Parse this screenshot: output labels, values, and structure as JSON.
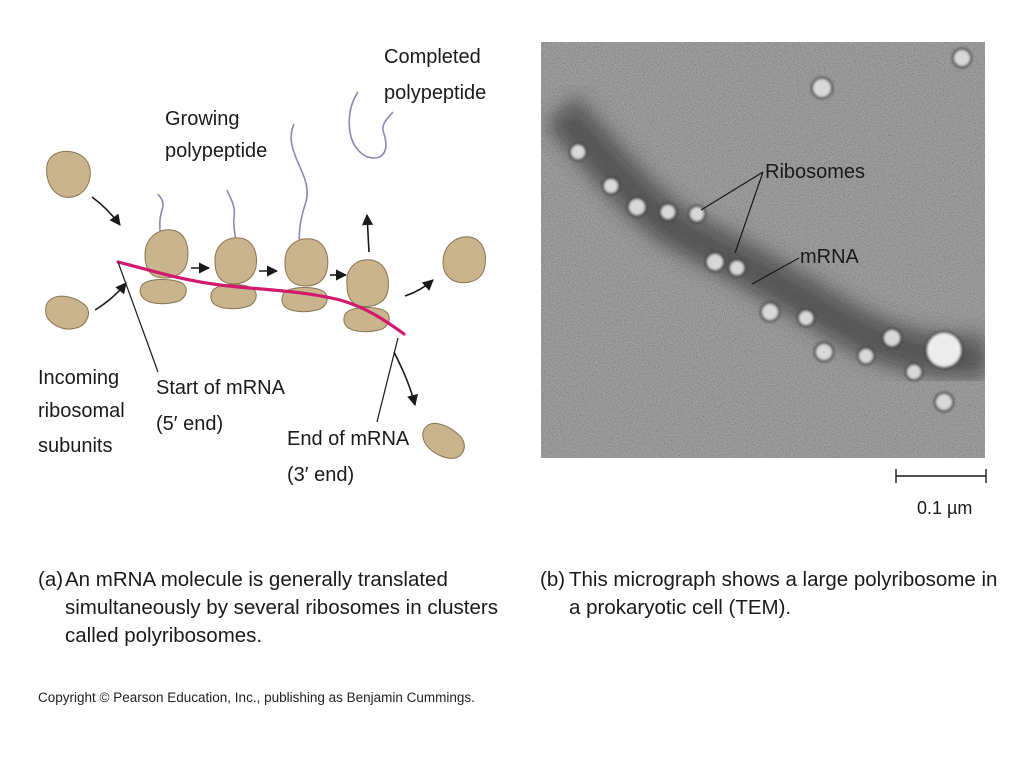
{
  "panel_a": {
    "labels": {
      "growing_polypeptide": [
        "Growing",
        "polypeptide"
      ],
      "completed_polypeptide": [
        "Completed",
        "polypeptide"
      ],
      "incoming_subunits": [
        "Incoming",
        "ribosomal",
        "subunits"
      ],
      "start_mrna": [
        "Start of mRNA",
        "(5′ end)"
      ],
      "end_mrna": [
        "End of mRNA",
        "(3′ end)"
      ]
    },
    "caption": {
      "tag": "(a)",
      "lines": [
        "An mRNA molecule is generally translated",
        "simultaneously by several ribosomes in clusters",
        "called polyribosomes."
      ]
    }
  },
  "panel_b": {
    "labels": {
      "ribosomes": "Ribosomes",
      "mrna": "mRNA"
    },
    "scale_bar": "0.1 µm",
    "caption": {
      "tag": "(b)",
      "lines": [
        "This micrograph shows a large polyribosome in",
        "a prokaryotic cell (TEM)."
      ]
    }
  },
  "copyright": "Copyright © Pearson Education, Inc., publishing as Benjamin Cummings.",
  "colors": {
    "ribosome_fill": "#c9b48e",
    "ribosome_stroke": "#8a7450",
    "mrna": "#d11a6e",
    "polypeptide": "#8d86b8",
    "micrograph_bg": "#a9a9a9"
  }
}
